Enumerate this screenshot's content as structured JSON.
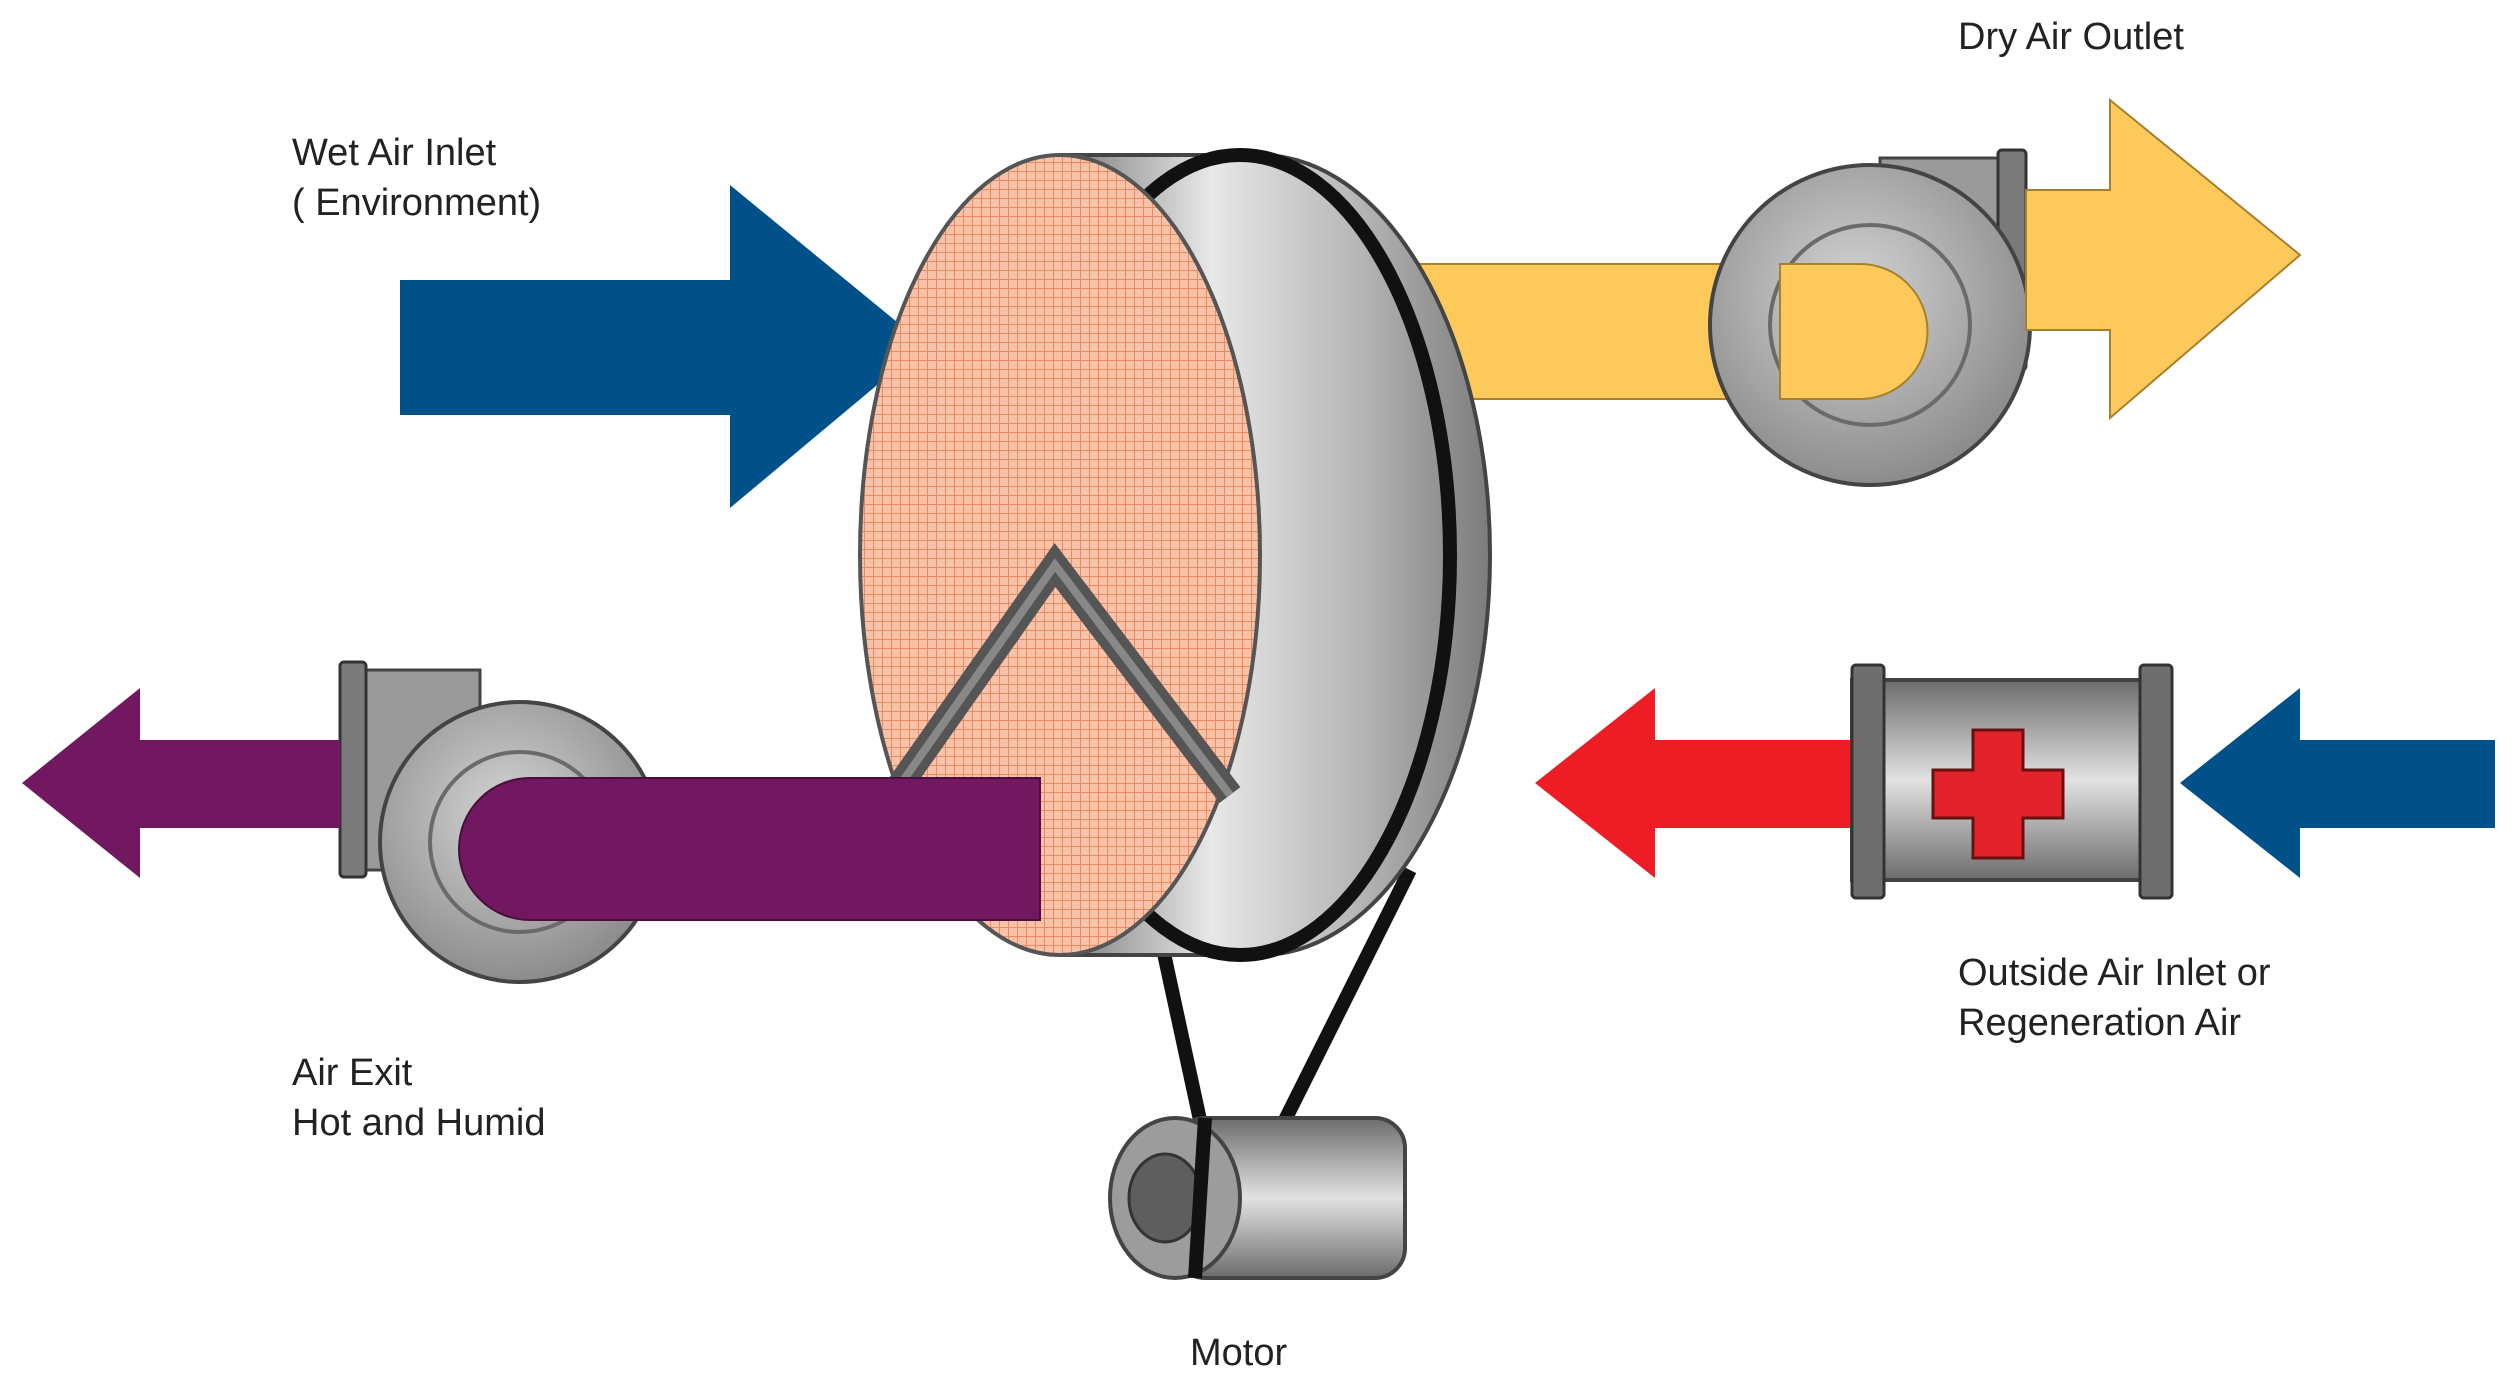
{
  "labels": {
    "wet_air_inlet": [
      "Wet Air Inlet",
      "( Environment)"
    ],
    "dry_air_outlet": [
      "Dry Air Outlet"
    ],
    "air_exit": [
      "Air Exit",
      "Hot and Humid"
    ],
    "outside_air_inlet": [
      "Outside Air Inlet or",
      "Regeneration Air"
    ],
    "motor": [
      "Motor"
    ]
  },
  "colors": {
    "wet_air_arrow": "#00508a",
    "dry_air_arrow": "#fcc95a",
    "exhaust_arrow": "#721860",
    "heated_air_arrow": "#ee1c25",
    "outside_air_arrow": "#00508a",
    "wheel_face": "#f7b89b",
    "heater_cross": "#e2232b",
    "belt": "#111111",
    "metal": "#9a9a9a"
  }
}
